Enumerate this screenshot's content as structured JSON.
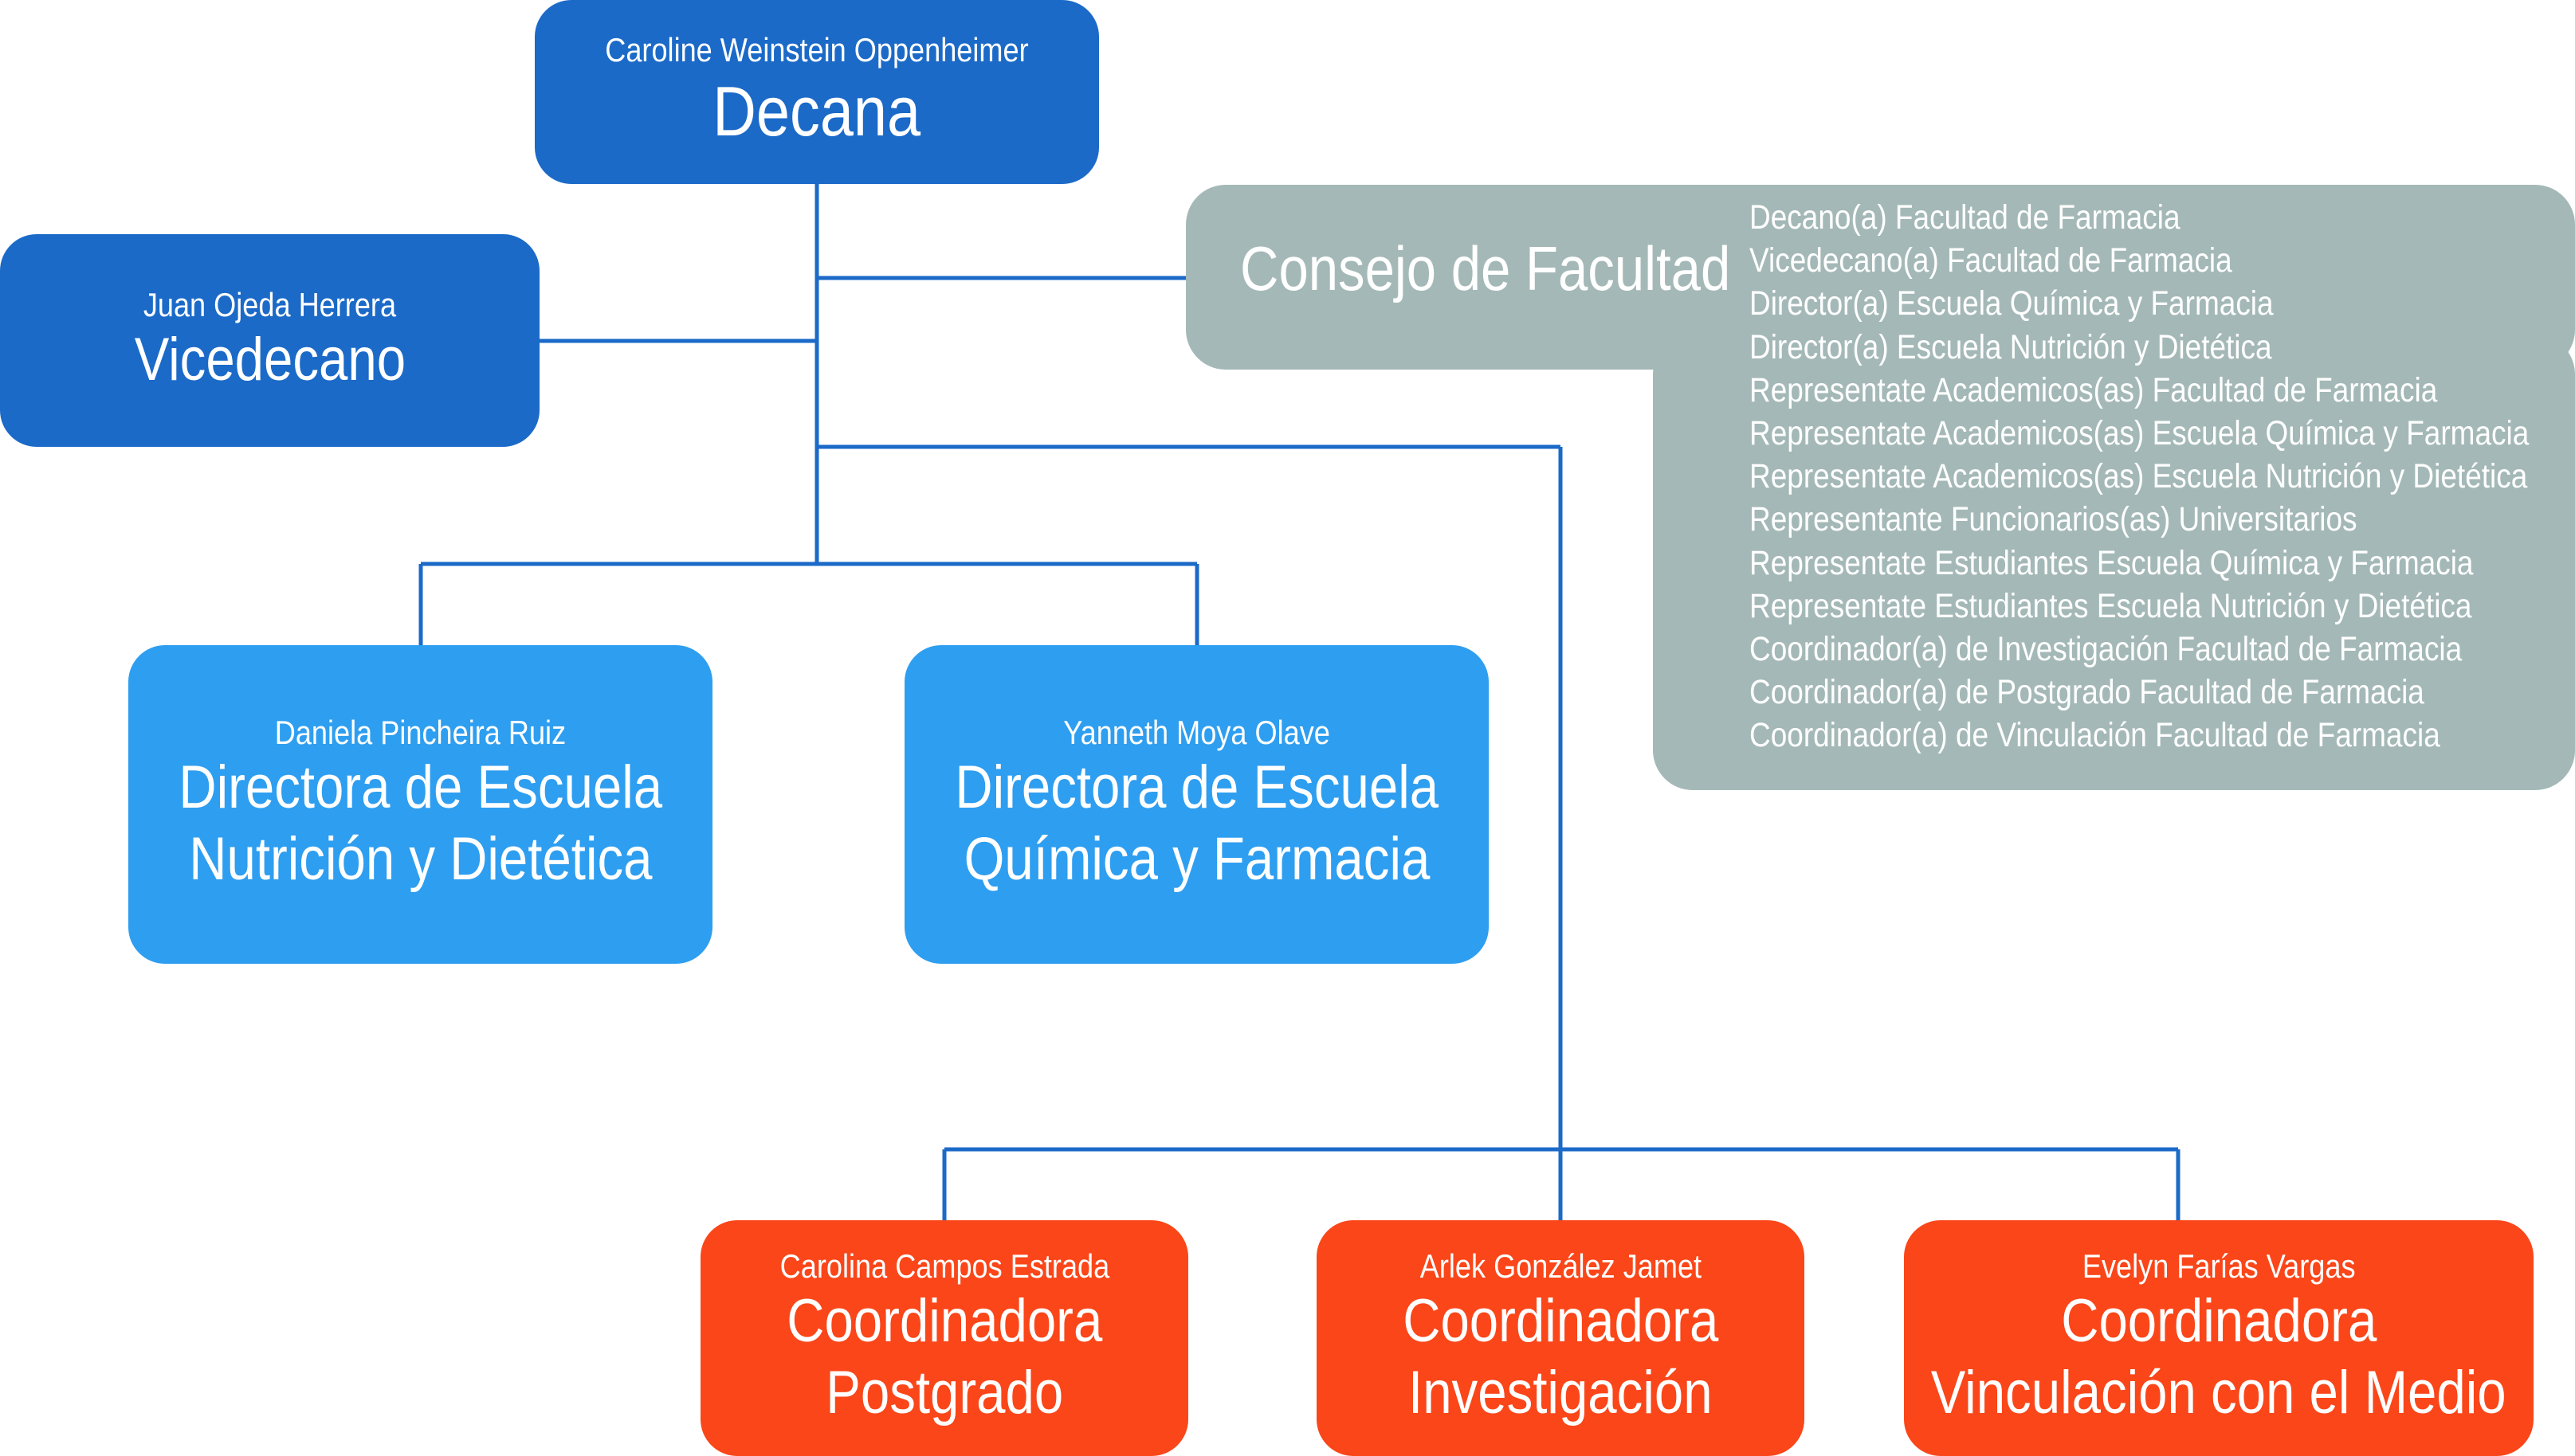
{
  "colors": {
    "dark_blue": "#1b6ac8",
    "light_blue": "#2e9ef0",
    "orange": "#fa4619",
    "gray": "#a4b9b7",
    "connector": "#1b6ac8"
  },
  "decana": {
    "person": "Caroline Weinstein Oppenheimer",
    "role": "Decana"
  },
  "vicedecano": {
    "person": "Juan Ojeda Herrera",
    "role": "Vicedecano"
  },
  "consejo": {
    "title": "Consejo de Facultad",
    "members": [
      "Decano(a) Facultad de Farmacia",
      "Vicedecano(a) Facultad de Farmacia",
      "Director(a) Escuela Química y Farmacia",
      "Director(a) Escuela Nutrición y Dietética",
      "Representate Academicos(as) Facultad de Farmacia",
      "Representate Academicos(as) Escuela Química y Farmacia",
      "Representate Academicos(as) Escuela Nutrición y Dietética",
      "Representante Funcionarios(as) Universitarios",
      "Representate Estudiantes Escuela Química y Farmacia",
      "Representate Estudiantes Escuela Nutrición y Dietética",
      "Coordinador(a) de Investigación Facultad de Farmacia",
      "Coordinador(a) de Postgrado Facultad de Farmacia",
      "Coordinador(a) de Vinculación Facultad de Farmacia"
    ]
  },
  "directora_nutricion": {
    "person": "Daniela Pincheira Ruiz",
    "role_line1": "Directora de Escuela",
    "role_line2": "Nutrición y Dietética"
  },
  "directora_quimica": {
    "person": "Yanneth Moya Olave",
    "role_line1": "Directora de Escuela",
    "role_line2": "Química y Farmacia"
  },
  "coord_postgrado": {
    "person": "Carolina Campos Estrada",
    "role_line1": "Coordinadora",
    "role_line2": "Postgrado"
  },
  "coord_investigacion": {
    "person": "Arlek González Jamet",
    "role_line1": "Coordinadora",
    "role_line2": "Investigación"
  },
  "coord_vinculacion": {
    "person": "Evelyn Farías Vargas",
    "role_line1": "Coordinadora",
    "role_line2": "Vinculación con el Medio"
  }
}
